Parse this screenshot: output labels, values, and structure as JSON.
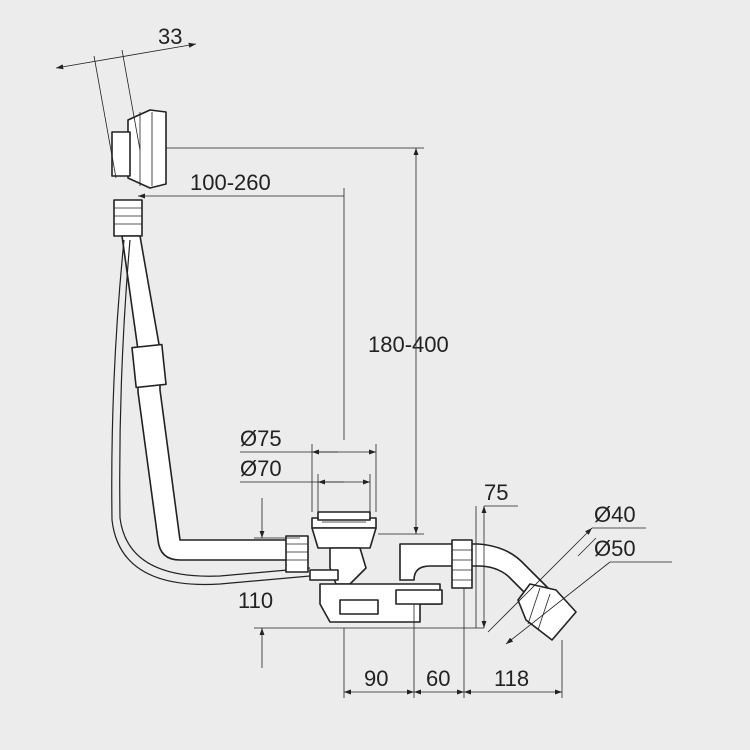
{
  "dimensions": {
    "overflow_depth": "33",
    "horizontal_reach": "100-260",
    "vertical_height": "180-400",
    "drain_diameter_outer": "Ø75",
    "drain_diameter_inner": "Ø70",
    "trap_height": "110",
    "trap_depth": "75",
    "outlet_diameter_inner": "Ø40",
    "outlet_diameter_outer": "Ø50",
    "bottom_span_1": "90",
    "bottom_span_2": "60",
    "bottom_span_3": "118"
  },
  "colors": {
    "background": "#ececec",
    "line": "#222222",
    "part_fill": "#ffffff"
  }
}
